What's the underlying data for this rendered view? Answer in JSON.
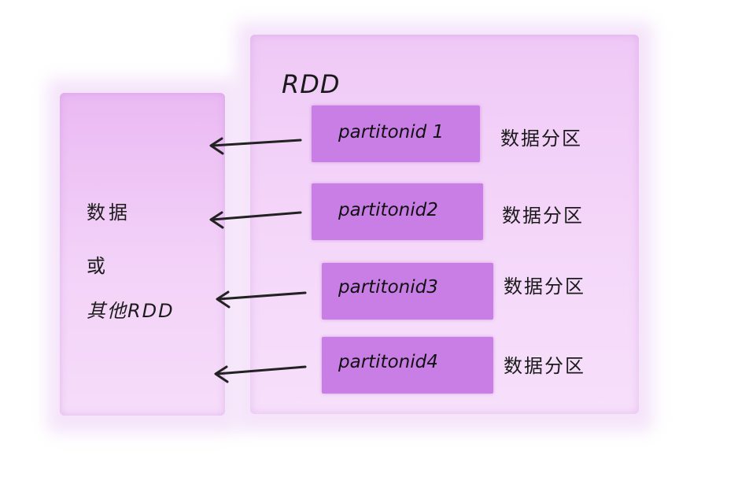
{
  "diagram": {
    "source": {
      "line1": "数据",
      "line2": "或",
      "line3": "其他RDD"
    },
    "rdd": {
      "title": "RDD",
      "partitions": [
        {
          "label": "partitonid 1",
          "region": "数据分区"
        },
        {
          "label": "partitonid2",
          "region": "数据分区"
        },
        {
          "label": "partitonid3",
          "region": "数据分区"
        },
        {
          "label": "partitonid4",
          "region": "数据分区"
        }
      ]
    },
    "colors": {
      "box_fill": "#f3d3f8",
      "partition_fill": "#c97ee6",
      "arrow": "#222222"
    }
  }
}
